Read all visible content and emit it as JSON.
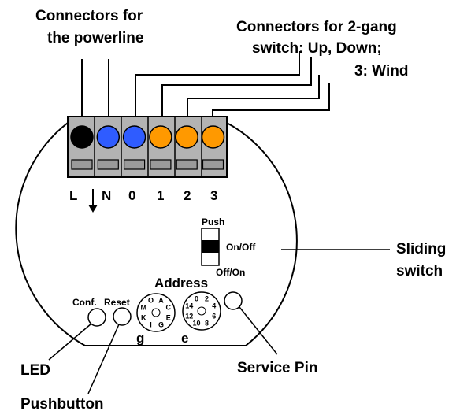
{
  "callouts": {
    "powerline": [
      "Connectors for",
      "the powerline"
    ],
    "switch": [
      "Connectors for 2-gang",
      "switch: Up, Down;",
      "3: Wind"
    ],
    "sliding": [
      "Sliding",
      "switch"
    ],
    "led": "LED",
    "pushbutton": "Pushbutton",
    "service_pin": "Service Pin"
  },
  "terminals": {
    "labels": [
      "L",
      "N",
      "0",
      "1",
      "2",
      "3"
    ],
    "colors": [
      "#000000",
      "#2f5cff",
      "#2f5cff",
      "#ff9900",
      "#ff9900",
      "#ff9900"
    ]
  },
  "slider": {
    "push": "Push",
    "on_off": "On/Off",
    "off_on": "Off/On"
  },
  "address": {
    "title": "Address",
    "dial_g": [
      "O",
      "A",
      "C",
      "E",
      "G",
      "I",
      "K",
      "M"
    ],
    "dial_g_label": "g",
    "dial_e": [
      "0",
      "2",
      "4",
      "6",
      "8",
      "10",
      "12",
      "14"
    ],
    "dial_e_label": "e"
  },
  "buttons": {
    "conf": "Conf.",
    "reset": "Reset"
  },
  "colors": {
    "terminal_block": "#b3b3b3",
    "outline": "#000000"
  }
}
